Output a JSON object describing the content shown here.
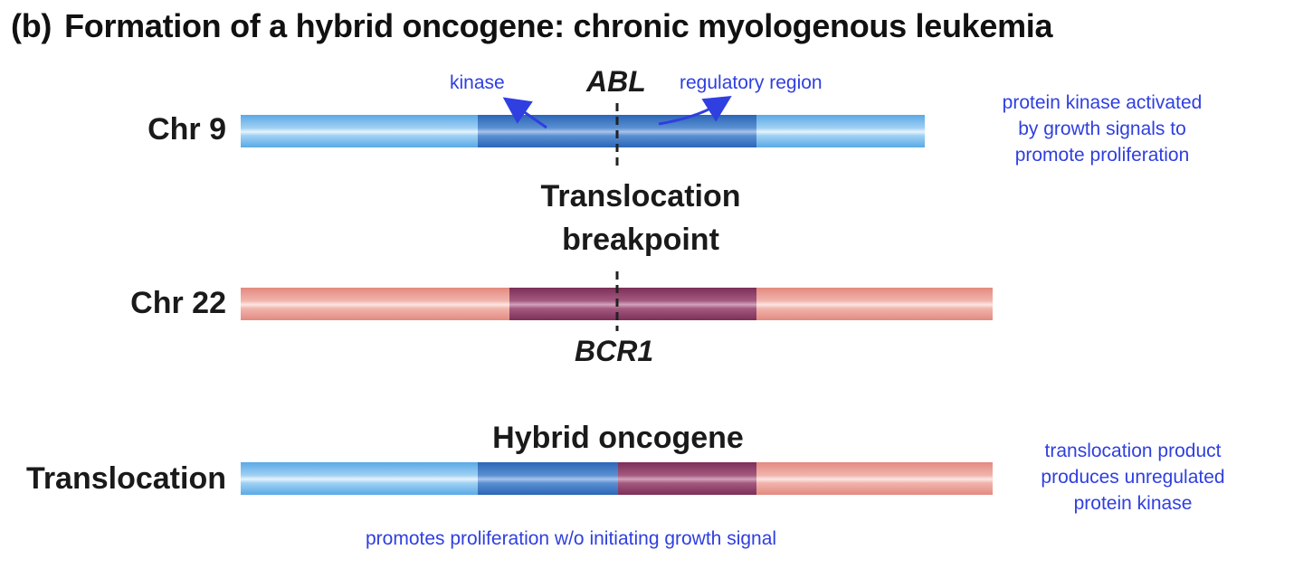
{
  "title": {
    "part": "(b)",
    "text": "Formation of a hybrid oncogene: chronic myologenous leukemia"
  },
  "rows": {
    "chr9": "Chr 9",
    "chr22": "Chr 22",
    "translocation": "Translocation"
  },
  "genes": {
    "abl": "ABL",
    "bcr1": "BCR1"
  },
  "labels": {
    "kinase": "kinase",
    "regulatory": "regulatory region",
    "breakpoint_line1": "Translocation",
    "breakpoint_line2": "breakpoint",
    "hybrid": "Hybrid oncogene",
    "promotes": "promotes proliferation w/o initiating growth signal"
  },
  "notes": {
    "chr9": [
      "protein kinase activated",
      "by growth signals to",
      "promote proliferation"
    ],
    "translocation": [
      "translocation product",
      "produces unregulated",
      "protein kinase"
    ]
  },
  "colors": {
    "blue_light": "#8cc6f0",
    "blue_dark": "#3f78c4",
    "pink_light": "#eea69d",
    "pink_dark": "#93456d",
    "annotation": "#2f3fe0"
  }
}
